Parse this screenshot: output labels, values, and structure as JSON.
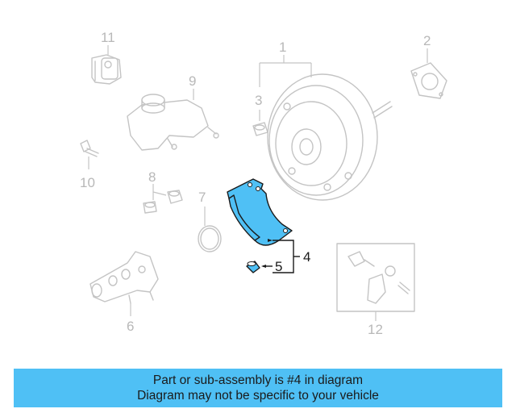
{
  "callouts": {
    "c1": "1",
    "c2": "2",
    "c3": "3",
    "c4": "4",
    "c5": "5",
    "c6": "6",
    "c7": "7",
    "c8": "8",
    "c9": "9",
    "c10": "10",
    "c11": "11",
    "c12": "12"
  },
  "highlight_color": "#4fc0f5",
  "highlighted_callout": "4",
  "banner": {
    "line1": "Part or sub-assembly is #4 in diagram",
    "line2": "Diagram may not be specific to your vehicle"
  }
}
